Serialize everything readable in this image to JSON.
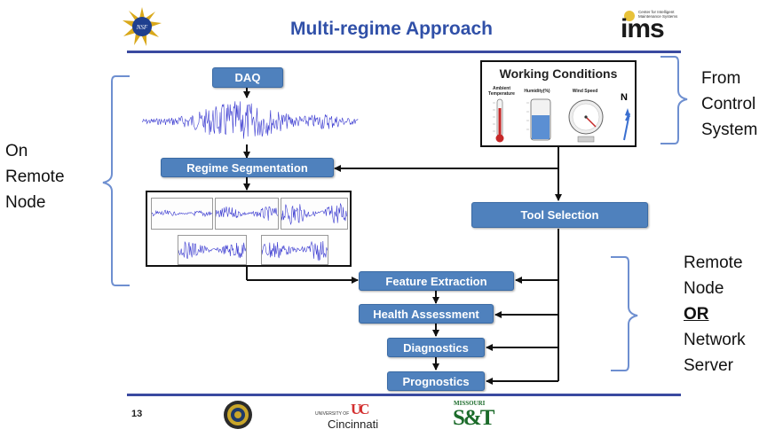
{
  "header": {
    "title": "Multi-regime Approach",
    "nsf_logo_text": "NSF",
    "ims_logo_text": "ims",
    "ims_logo_caption": "Center for Intelligent Maintenance Systems"
  },
  "flow": {
    "daq": "DAQ",
    "regime_segmentation": "Regime Segmentation",
    "tool_selection": "Tool Selection",
    "feature_extraction": "Feature Extraction",
    "health_assessment": "Health Assessment",
    "diagnostics": "Diagnostics",
    "prognostics": "Prognostics"
  },
  "working_conditions": {
    "title": "Working Conditions",
    "ambient_label": "Ambient Temperature",
    "humidity_label": "Humidity(%)",
    "wind_label": "Wind Speed",
    "north_label": "N"
  },
  "side_labels": {
    "left": [
      "On",
      "Remote",
      "Node"
    ],
    "top_right": [
      "From",
      "Control",
      "System"
    ],
    "bottom_right_1": [
      "Remote",
      "Node"
    ],
    "bottom_right_or": "OR",
    "bottom_right_2": [
      "Network",
      "Server"
    ]
  },
  "footer": {
    "page_number": "13",
    "cincinnati_small": "UNIVERSITY OF",
    "cincinnati_name": "Cincinnati",
    "missouri_small": "MISSOURI",
    "missouri_name": "S&T"
  },
  "colors": {
    "box_fill": "#4f81bd",
    "title": "#3050a8",
    "bracket": "#6e8fd0",
    "wave": "#3a3ad0",
    "rule": "#3a4aa0"
  }
}
